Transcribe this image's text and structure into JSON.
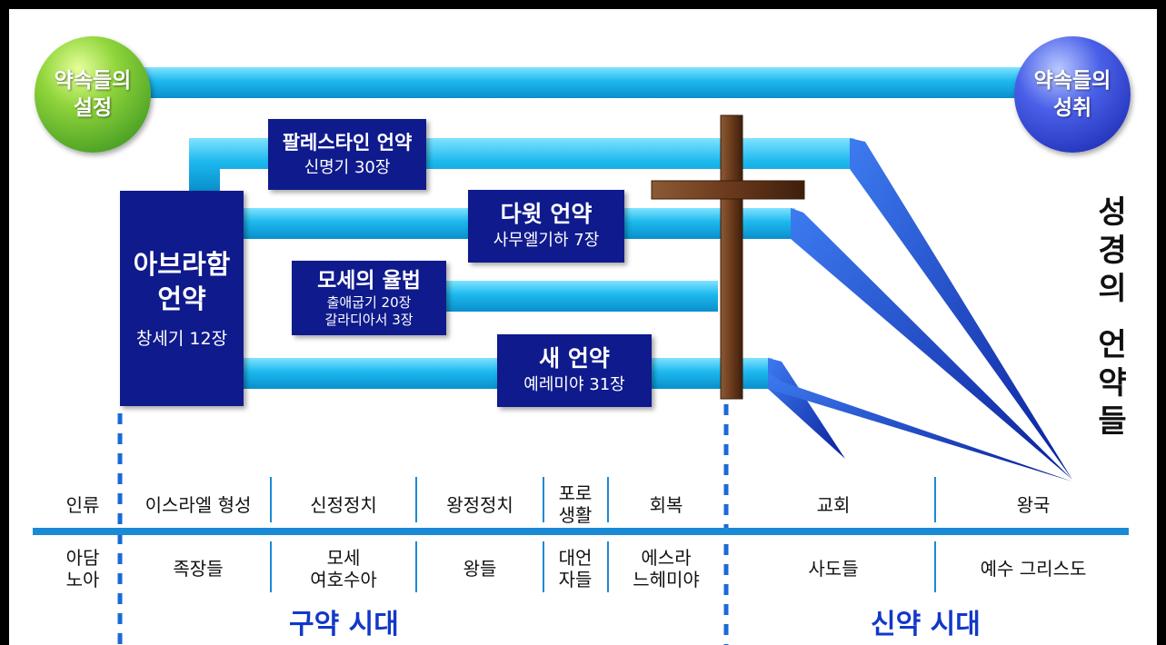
{
  "title_vertical": [
    "성경의",
    "언약들"
  ],
  "promise_setup": [
    "약속들의",
    "설정"
  ],
  "promise_fulfilled": [
    "약속들의",
    "성취"
  ],
  "colors": {
    "navy": "#0f1a8c",
    "cyan": "#19b7ec",
    "era_text": "#1238c8",
    "timeline": "#1a8ad6",
    "cross": "#6b3a1c"
  },
  "covenants": {
    "abraham": {
      "title": [
        "아브라함",
        "언약"
      ],
      "ref": "창세기 12장"
    },
    "palestine": {
      "title": "팔레스타인 언약",
      "ref": "신명기 30장"
    },
    "david": {
      "title": "다윗 언약",
      "ref": "사무엘기하 7장"
    },
    "moses": {
      "title": "모세의 율법",
      "ref": [
        "출애굽기 20장",
        "갈라디아서 3장"
      ]
    },
    "new": {
      "title": "새 언약",
      "ref": "예레미야 31장"
    }
  },
  "periods": [
    {
      "name": "인류",
      "people": [
        "아담",
        "노아"
      ]
    },
    {
      "name": "이스라엘 형성",
      "people": [
        "족장들"
      ]
    },
    {
      "name": "신정정치",
      "people": [
        "모세",
        "여호수아"
      ]
    },
    {
      "name": "왕정정치",
      "people": [
        "왕들"
      ]
    },
    {
      "name": [
        "포로",
        "생활"
      ],
      "people": [
        "대언",
        "자들"
      ]
    },
    {
      "name": "회복",
      "people": [
        "에스라",
        "느헤미야"
      ]
    },
    {
      "name": "교회",
      "people": [
        "사도들"
      ]
    },
    {
      "name": "왕국",
      "people": [
        "예수 그리스도"
      ]
    }
  ],
  "eras": {
    "old": "구약 시대",
    "new": "신약 시대"
  }
}
